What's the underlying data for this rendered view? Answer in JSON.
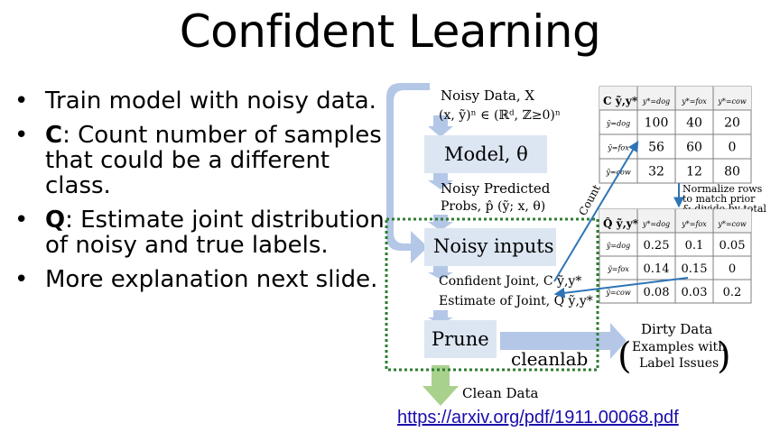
{
  "slide": {
    "title": "Confident Learning",
    "bullets": [
      {
        "lead": "",
        "text": "Train model with noisy data."
      },
      {
        "lead": "C",
        "text": ": Count number of samples that could be a different class."
      },
      {
        "lead": "Q",
        "text": ": Estimate joint distribution of noisy and true labels."
      },
      {
        "lead": "",
        "text": "More explanation next slide."
      }
    ],
    "link": "https://arxiv.org/pdf/1911.00068.pdf"
  },
  "diagram": {
    "noisy_data_label": "Noisy Data, X",
    "noisy_data_formula": "(x, ỹ)ⁿ ∈ (ℝᵈ, ℤ≥0)ⁿ",
    "model_label": "Model, θ",
    "noisy_predicted_label": "Noisy Predicted",
    "probs_label": "Probs, p̂ (ỹ; x, θ)",
    "noisy_inputs_label": "Noisy inputs",
    "confident_joint_label": "Confident Joint, C ỹ,y*",
    "estimate_joint_label": "Estimate of Joint, Q̂ ỹ,y*",
    "prune_label": "Prune",
    "cleanlab_label": "cleanlab",
    "dirty_data_label": "Dirty Data",
    "dirty_examples_label": "Examples with",
    "dirty_issues_label": "Label Issues",
    "clean_data_label": "Clean Data",
    "count_label": "Count",
    "normalize_line1": "Normalize rows",
    "normalize_line2": "to match prior",
    "normalize_line3": "& divide by total",
    "c_table": {
      "corner": "C ỹ,y*",
      "cols": [
        "y*=dog",
        "y*=fox",
        "y*=cow"
      ],
      "rows": [
        {
          "label": "ỹ=dog",
          "cells": [
            "100",
            "40",
            "20"
          ]
        },
        {
          "label": "ỹ=fox",
          "cells": [
            "56",
            "60",
            "0"
          ]
        },
        {
          "label": "ỹ=cow",
          "cells": [
            "32",
            "12",
            "80"
          ]
        }
      ]
    },
    "q_table": {
      "corner": "Q̂ ỹ,y*",
      "cols": [
        "y*=dog",
        "y*=fox",
        "y*=cow"
      ],
      "rows": [
        {
          "label": "ỹ=dog",
          "cells": [
            "0.25",
            "0.1",
            "0.05"
          ]
        },
        {
          "label": "ỹ=fox",
          "cells": [
            "0.14",
            "0.15",
            "0"
          ]
        },
        {
          "label": "ỹ=cow",
          "cells": [
            "0.08",
            "0.03",
            "0.2"
          ]
        }
      ]
    }
  },
  "colors": {
    "box_fill": "#dce6f2",
    "arrow_blue": "#b4c7e7",
    "arrow_green": "#a9d18e",
    "dotted_green": "#2e7d32",
    "link_blue": "#1a0dab",
    "count_arrow": "#2e75b6"
  }
}
